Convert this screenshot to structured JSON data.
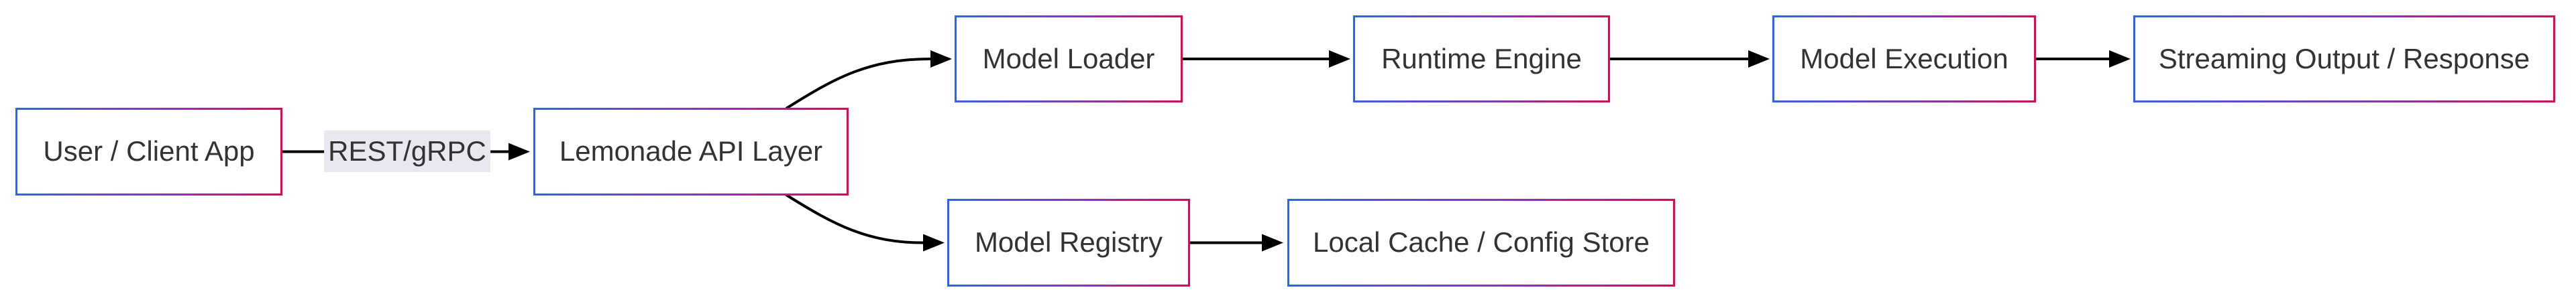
{
  "diagram": {
    "type": "flowchart-LR",
    "nodes": [
      {
        "id": "user",
        "label": "User / Client App"
      },
      {
        "id": "api",
        "label": "Lemonade API Layer"
      },
      {
        "id": "loader",
        "label": "Model Loader"
      },
      {
        "id": "runtime",
        "label": "Runtime Engine"
      },
      {
        "id": "exec",
        "label": "Model Execution"
      },
      {
        "id": "stream",
        "label": "Streaming Output / Response"
      },
      {
        "id": "registry",
        "label": "Model Registry"
      },
      {
        "id": "cache",
        "label": "Local Cache / Config Store"
      }
    ],
    "edges": [
      {
        "from": "user",
        "to": "api",
        "label": "REST/gRPC"
      },
      {
        "from": "api",
        "to": "loader",
        "label": ""
      },
      {
        "from": "api",
        "to": "registry",
        "label": ""
      },
      {
        "from": "loader",
        "to": "runtime",
        "label": ""
      },
      {
        "from": "runtime",
        "to": "exec",
        "label": ""
      },
      {
        "from": "exec",
        "to": "stream",
        "label": ""
      },
      {
        "from": "registry",
        "to": "cache",
        "label": ""
      }
    ]
  },
  "colors": {
    "background": "#ffffff",
    "node_fill": "#ffffff",
    "grad_start": "#2962ff",
    "grad_mid": "#8b30c9",
    "grad_end": "#f0004e",
    "text": "#333333",
    "arrow": "#000000",
    "edge_label_bg": "#e8e8f0"
  }
}
